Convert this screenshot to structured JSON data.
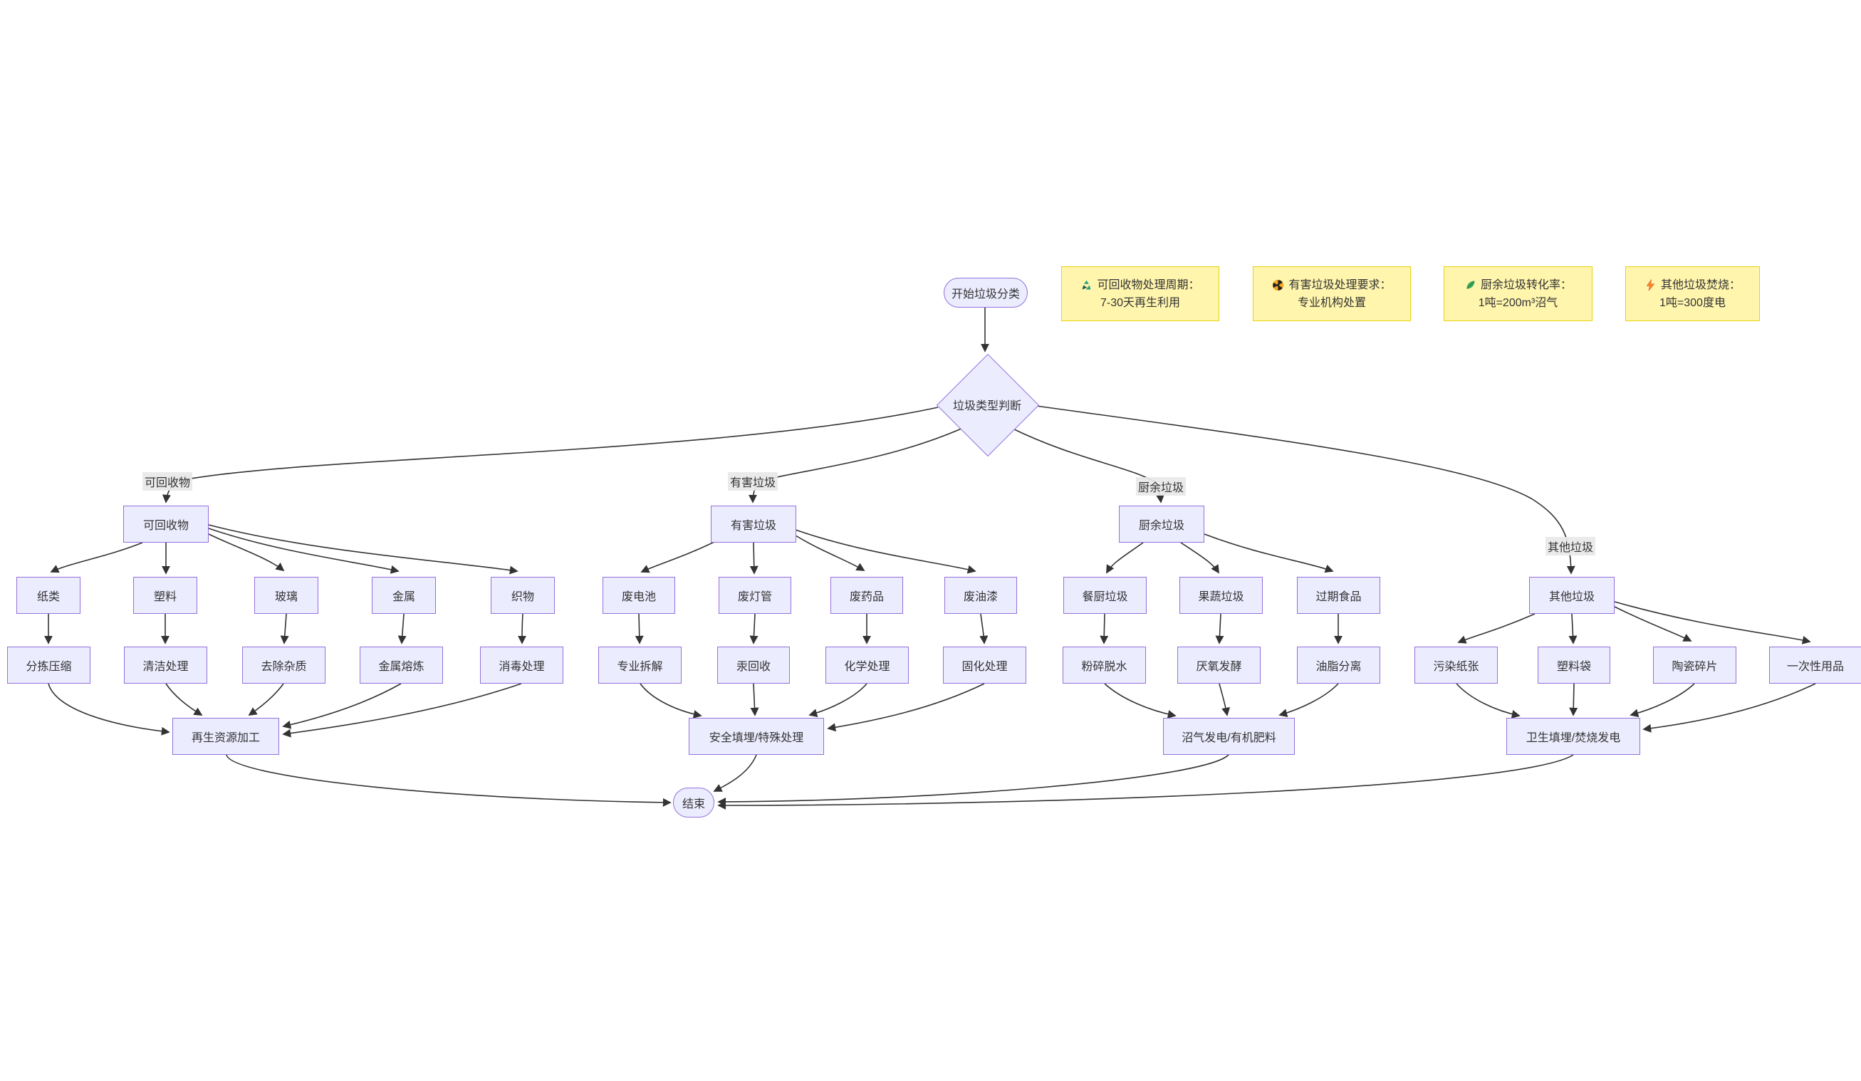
{
  "diagram": {
    "start": "开始垃圾分类",
    "decision": "垃圾类型判断",
    "end": "结束",
    "edge_labels": {
      "recyclable": "可回收物",
      "hazardous": "有害垃圾",
      "kitchen": "厨余垃圾",
      "other": "其他垃圾"
    },
    "categories": {
      "recyclable": {
        "label": "可回收物",
        "items": [
          "纸类",
          "塑料",
          "玻璃",
          "金属",
          "织物"
        ],
        "processes": [
          "分拣压缩",
          "清洁处理",
          "去除杂质",
          "金属熔炼",
          "消毒处理"
        ],
        "outcome": "再生资源加工"
      },
      "hazardous": {
        "label": "有害垃圾",
        "items": [
          "废电池",
          "废灯管",
          "废药品",
          "废油漆"
        ],
        "processes": [
          "专业拆解",
          "汞回收",
          "化学处理",
          "固化处理"
        ],
        "outcome": "安全填埋/特殊处理"
      },
      "kitchen": {
        "label": "厨余垃圾",
        "items": [
          "餐厨垃圾",
          "果蔬垃圾",
          "过期食品"
        ],
        "processes": [
          "粉碎脱水",
          "厌氧发酵",
          "油脂分离"
        ],
        "outcome": "沼气发电/有机肥料"
      },
      "other": {
        "label": "其他垃圾",
        "items": [
          "污染纸张",
          "塑料袋",
          "陶瓷碎片",
          "一次性用品"
        ],
        "outcome": "卫生填埋/焚烧发电"
      }
    },
    "notes": [
      {
        "icon": "recycle-icon",
        "line1": "可回收物处理周期：",
        "line2": "7-30天再生利用"
      },
      {
        "icon": "radioactive-icon",
        "line1": "有害垃圾处理要求：",
        "line2": "专业机构处置"
      },
      {
        "icon": "leaf-icon",
        "line1": "厨余垃圾转化率：",
        "line2": "1吨=200m³沼气"
      },
      {
        "icon": "lightning-icon",
        "line1": "其他垃圾焚烧：",
        "line2": "1吨=300度电"
      }
    ],
    "colors": {
      "node_fill": "#ECECFF",
      "node_border": "#9370DB",
      "note_fill": "#FFF5AD",
      "note_border": "#E6D40A",
      "edge": "#333333",
      "edge_label_bg": "#E8E8E8"
    }
  }
}
